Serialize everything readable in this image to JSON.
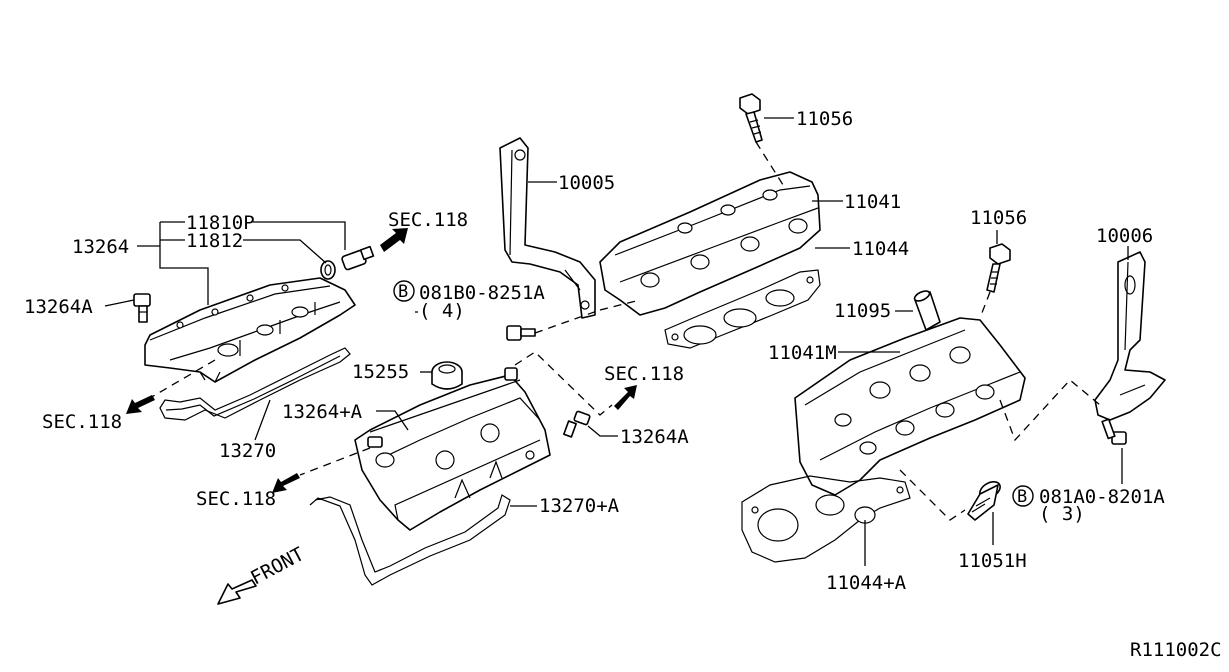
{
  "diagram": {
    "reference_code": "R111002C",
    "front_label": "FRONT",
    "labels": {
      "p11056_top": "11056",
      "p10005": "10005",
      "p11041": "11041",
      "p11810P": "11810P",
      "p11812": "11812",
      "p13264": "13264",
      "sec118_a": "SEC.118",
      "p13264A_left": "13264A",
      "bolt_b1_code": "081B0-8251A",
      "bolt_b1_qty": "( 4)",
      "p11044": "11044",
      "p11056_mid": "11056",
      "p10006": "10006",
      "p11095": "11095",
      "p11041M": "11041M",
      "p15255": "15255",
      "sec118_b": "SEC.118",
      "sec118_c": "SEC.118",
      "p13264pA": "13264+A",
      "p13264A_right": "13264A",
      "p13270": "13270",
      "sec118_d": "SEC.118",
      "p13270pA": "13270+A",
      "bolt_b2_code": "081A0-8201A",
      "bolt_b2_qty": "( 3)",
      "p11051H": "11051H",
      "p11044pA": "11044+A",
      "b_symbol": "B"
    }
  }
}
